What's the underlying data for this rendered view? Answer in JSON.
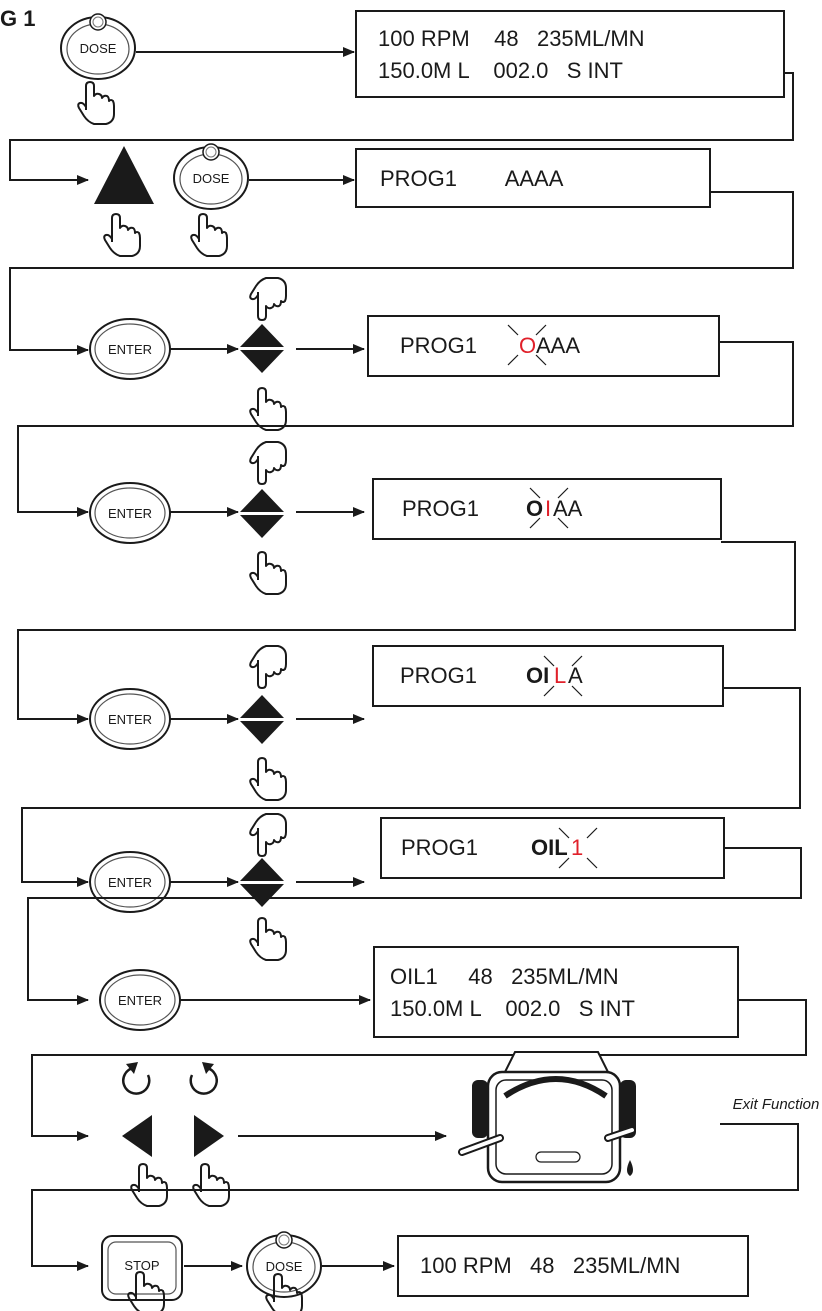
{
  "title": "G 1",
  "buttons": {
    "dose": "DOSE",
    "enter": "ENTER",
    "stop": "STOP"
  },
  "displays": {
    "d1_line1": "100 RPM    48   235ML/MN",
    "d1_line2": "150.0M L    002.0   S INT",
    "d2_line1": "PROG1        AAAA",
    "d3_prefix": "PROG1",
    "d3_active": "O",
    "d3_rest": "AAA",
    "d4_prefix": "PROG1",
    "d4_done": "O",
    "d4_active": "I",
    "d4_rest": "AA",
    "d5_prefix": "PROG1",
    "d5_done": "OI",
    "d5_active": "L",
    "d5_rest": "A",
    "d6_prefix": "PROG1",
    "d6_done": "OIL",
    "d6_active": "1",
    "d7_line1": "OIL1     48   235ML/MN",
    "d7_line2": "150.0M L    002.0   S INT",
    "d8_line1": "100 RPM   48   235ML/MN"
  },
  "exit_label": "Exit Function",
  "colors": {
    "highlight": "#e0202a",
    "stroke": "#1a1a1a"
  }
}
